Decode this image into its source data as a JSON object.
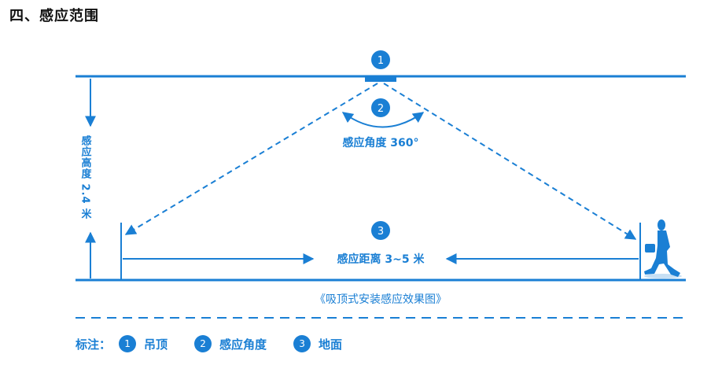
{
  "title": "四、感应范围",
  "badges": {
    "ceiling": "1",
    "angle": "2",
    "ground": "3"
  },
  "labels": {
    "angle": "感应角度 360°",
    "height": "感应高度 2.4 米",
    "distance": "感应距离 3~5 米"
  },
  "caption": "《吸顶式安装感应效果图》",
  "legend": {
    "lead": "标注：",
    "items": [
      {
        "num": "1",
        "text": "吊顶"
      },
      {
        "num": "2",
        "text": "感应角度"
      },
      {
        "num": "3",
        "text": "地面"
      }
    ]
  },
  "colors": {
    "accent": "#1a7fd4",
    "text": "#111111"
  },
  "icons": [
    "walking-person-icon"
  ]
}
